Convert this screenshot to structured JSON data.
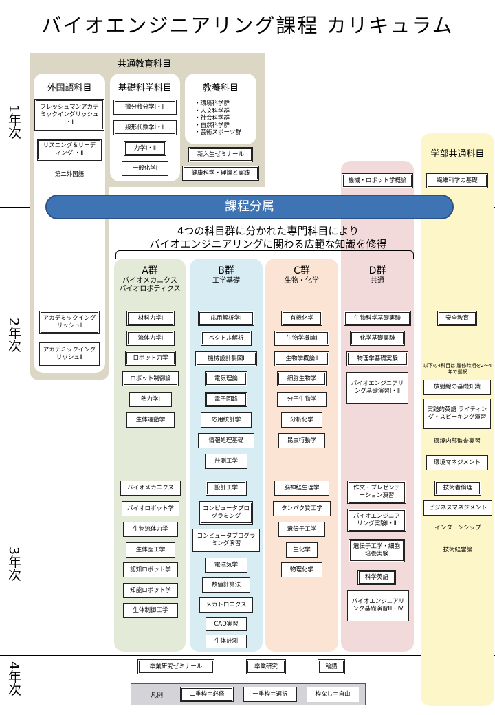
{
  "title": "バイオエンジニアリング課程 カリキュラム",
  "years": [
    "1年次",
    "2年次",
    "3年次",
    "4年次"
  ],
  "common": {
    "label": "共通教育科目",
    "foreign": {
      "label": "外国語科目",
      "y1": [
        "フレッシュマンアカデミックイングリッシュⅠ・Ⅱ",
        "リスニング＆リーディングⅠ・Ⅱ",
        "第二外国語"
      ],
      "y2": [
        "アカデミックイングリッシュⅠ",
        "アカデミックイングリッシュⅡ"
      ]
    },
    "basic": {
      "label": "基礎科学科目",
      "items": [
        "微分積分学Ⅰ・Ⅱ",
        "線形代数学Ⅰ・Ⅱ",
        "力学Ⅰ・Ⅱ",
        "一般化学Ⅰ"
      ]
    },
    "liberal": {
      "label": "教養科目",
      "items": [
        "・環境科学群",
        "・人文科学群",
        "・社会科学群",
        "・自然科学群",
        "・芸術スポーツ群"
      ],
      "extra": [
        "新入生ゼミナール",
        "健康科学・理論と実践"
      ]
    }
  },
  "faculty": {
    "label": "学部共通科目",
    "y1": "繊維科学の基礎",
    "y2": [
      "安全教育"
    ],
    "note": "以下の4科目は 履修時期を2～4年で選択",
    "y2b": [
      "放射線の基礎知識",
      "実践的英語 ライティング・スピーキング演習",
      "環境内部監査実習",
      "環境マネジメント"
    ],
    "y3": [
      "技術者倫理",
      "ビジネスマネジメント",
      "インターンシップ",
      "技術経営論"
    ]
  },
  "d_y1": "機械・ロボット学概論",
  "banner": "課程分属",
  "subtitle": [
    "4つの科目群に分かれた専門科目により",
    "バイオエンジニアリングに関わる広範な知識を修得"
  ],
  "groups": {
    "a": {
      "name": "A群",
      "sub": [
        "バイオメカニクス",
        "バイオロボティクス"
      ],
      "y2": [
        "材料力学Ⅰ",
        "流体力学Ⅰ",
        "ロボット力学",
        "ロボット制御論",
        "熱力学Ⅰ",
        "生体運動学"
      ],
      "y3": [
        "バイオメカニクス",
        "バイオロボット学",
        "生物流体力学",
        "生体医工学",
        "認知ロボット学",
        "知能ロボット学",
        "生体制御工学"
      ]
    },
    "b": {
      "name": "B群",
      "sub": [
        "工学基礎"
      ],
      "y2": [
        "応用解析学Ⅰ",
        "ベクトル解析",
        "機械設計製図Ⅰ",
        "電気理論",
        "電子回路",
        "応用統計学",
        "情報処理基礎",
        "計測工学"
      ],
      "y3": [
        "設計工学",
        "コンピュータプログラミング",
        "コンピュータプログラミング演習",
        "電磁気学",
        "数値計算法",
        "メカトロニクス",
        "CAD実習",
        "生体計測"
      ]
    },
    "c": {
      "name": "C群",
      "sub": [
        "生物・化学"
      ],
      "y2": [
        "有機化学",
        "生物学概論Ⅰ",
        "生物学概論Ⅱ",
        "細胞生物学",
        "分子生物学",
        "分析化学",
        "昆虫行動学"
      ],
      "y3": [
        "脳神経生理学",
        "タンパク質工学",
        "遺伝子工学",
        "生化学",
        "物理化学"
      ]
    },
    "d": {
      "name": "D群",
      "sub": [
        "共通"
      ],
      "y2": [
        "生物科学基礎実験",
        "化学基礎実験",
        "物理学基礎実験",
        "バイオエンジニアリング基礎演習Ⅰ・Ⅱ"
      ],
      "y3": [
        "作文・プレゼンテーション演習",
        "バイオエンジニアリング実験Ⅰ・Ⅱ",
        "遺伝子工学・細胞培養実験",
        "科学英語",
        "バイオエンジニアリング基礎演習Ⅲ・Ⅳ"
      ]
    }
  },
  "y4": [
    "卒業研究ゼミナール",
    "卒業研究",
    "輪講"
  ],
  "legend": {
    "label": "凡例",
    "items": [
      "二重枠＝必修",
      "一重枠＝選択",
      "枠なし＝自由"
    ]
  },
  "colors": {
    "common": "#dcd6c4",
    "faculty": "#fdf6c8",
    "a": "#e4ead8",
    "b": "#d8ecf3",
    "c": "#fbe4d4",
    "d": "#f3dada",
    "banner": "#3f74b4",
    "legend": "#d4d4d8"
  }
}
